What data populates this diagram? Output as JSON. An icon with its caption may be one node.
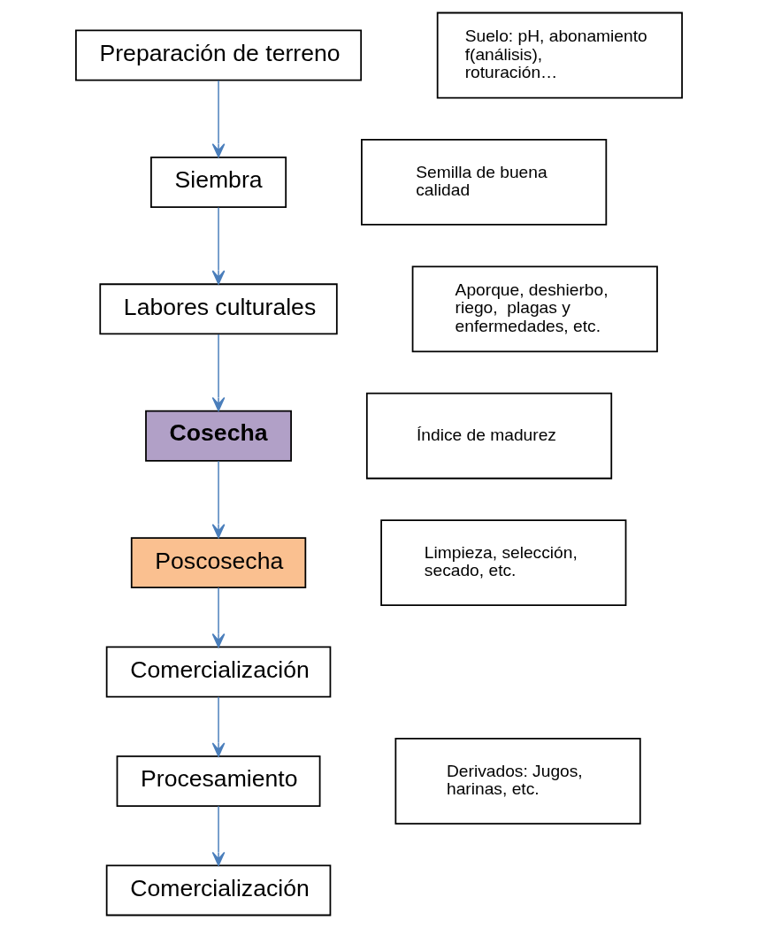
{
  "diagram": {
    "nodes": [
      {
        "text": [
          "Preparación de terreno"
        ]
      },
      {
        "text": [
          "Siembra"
        ]
      },
      {
        "text": [
          "Labores culturales"
        ]
      },
      {
        "text": [
          "Cosecha"
        ]
      },
      {
        "text": [
          "Poscosecha"
        ]
      },
      {
        "text": [
          "Comercialización"
        ]
      },
      {
        "text": [
          "Procesamiento"
        ]
      },
      {
        "text": [
          "Comercialización"
        ]
      },
      {
        "text": [
          "Suelo: pH, abonamiento f(análisis), roturación…"
        ]
      },
      {
        "text": [
          "Semilla de buena calidad"
        ]
      },
      {
        "text": [
          "Aporque, deshierbo, riego,  plagas y enfermedades, etc."
        ]
      },
      {
        "text": [
          "Índice de madurez"
        ]
      },
      {
        "text": [
          "Limpieza, selección, secado, etc."
        ]
      },
      {
        "text": [
          "Derivados: Jugos, harinas, etc."
        ]
      }
    ],
    "edges": [
      {
        "from": 0,
        "to": 1,
        "arrow": "to"
      },
      {
        "from": 1,
        "to": 2,
        "arrow": "to"
      },
      {
        "from": 2,
        "to": 3,
        "arrow": "to"
      },
      {
        "from": 3,
        "to": 4,
        "arrow": "to"
      },
      {
        "from": 4,
        "to": 5,
        "arrow": "to"
      },
      {
        "from": 5,
        "to": 6,
        "arrow": "to"
      },
      {
        "from": 6,
        "to": 7,
        "arrow": "to"
      }
    ]
  }
}
